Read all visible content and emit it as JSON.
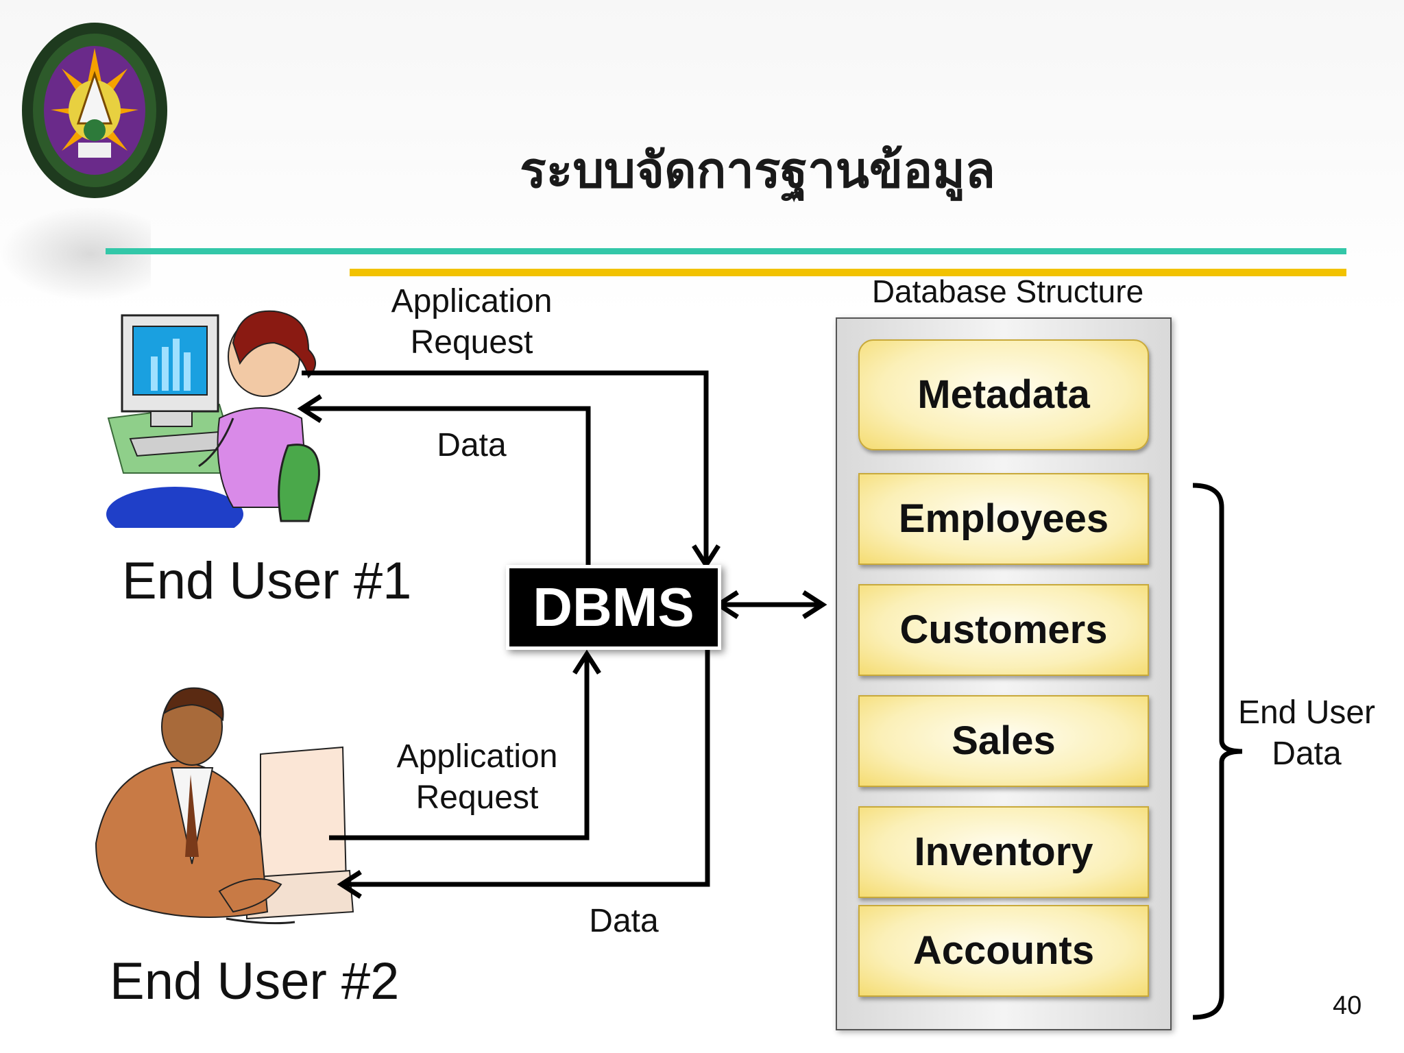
{
  "slide": {
    "title": "ระบบจัดการฐานข้อมูล",
    "page_number": "40"
  },
  "diagram": {
    "user1": {
      "label": "End User #1",
      "request_label": [
        "Application",
        "Request"
      ],
      "data_label": "Data"
    },
    "user2": {
      "label": "End User #2",
      "request_label": [
        "Application",
        "Request"
      ],
      "data_label": "Data"
    },
    "dbms_label": "DBMS",
    "database_structure": {
      "title": "Database Structure",
      "items": [
        "Metadata",
        "Employees",
        "Customers",
        "Sales",
        "Inventory",
        "Accounts"
      ]
    },
    "end_user_data_label": [
      "End User",
      "Data"
    ]
  },
  "colors": {
    "teal_rule": "#33c7a8",
    "gold_rule": "#f2c200",
    "item_fill": "#fbf0b8"
  },
  "icons": [
    "university-seal-logo",
    "woman-at-computer-clipart",
    "man-at-computer-clipart"
  ]
}
